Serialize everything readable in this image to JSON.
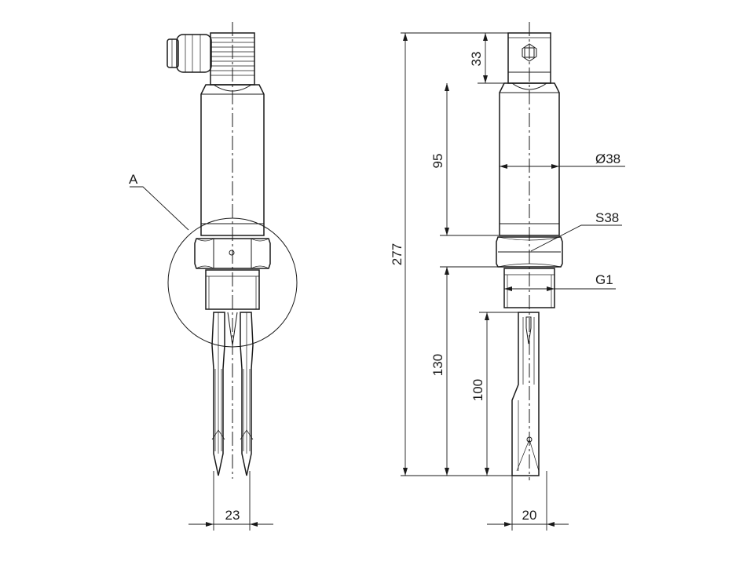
{
  "detail": {
    "label": "A"
  },
  "dimensions": {
    "total_height": "277",
    "housing_top": "33",
    "housing_body": "95",
    "diameter": "Ø38",
    "hex": "S38",
    "thread": "G1",
    "insertion_length": "130",
    "fork_length": "100",
    "fork_span": "23",
    "fork_width": "20"
  }
}
